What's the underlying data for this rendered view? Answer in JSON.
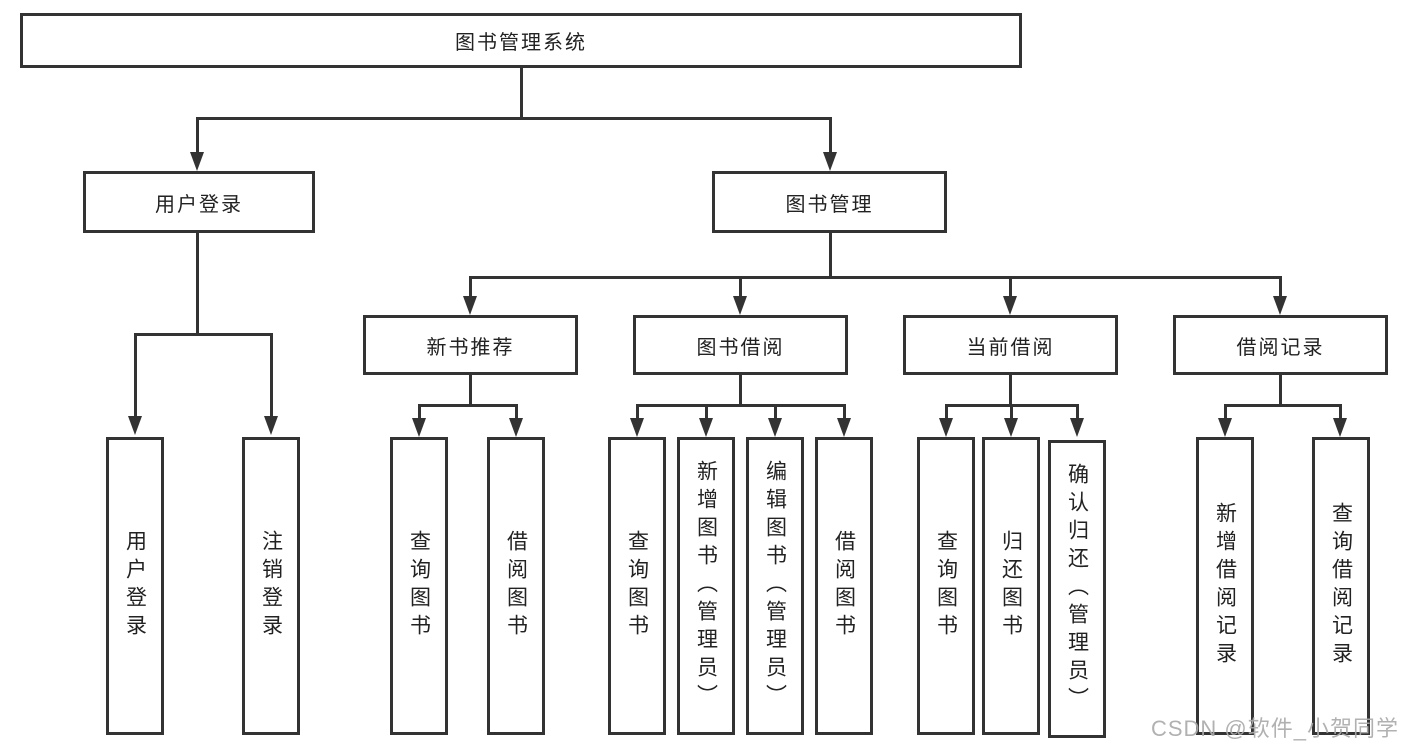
{
  "diagram": {
    "root": {
      "label": "图书管理系统"
    },
    "level2": [
      {
        "label": "用户登录"
      },
      {
        "label": "图书管理"
      }
    ],
    "level3": [
      {
        "label": "新书推荐"
      },
      {
        "label": "图书借阅"
      },
      {
        "label": "当前借阅"
      },
      {
        "label": "借阅记录"
      }
    ],
    "leaves": {
      "user_login": [
        {
          "label": "用户登录"
        },
        {
          "label": "注销登录"
        }
      ],
      "new_book": [
        {
          "label": "查询图书"
        },
        {
          "label": "借阅图书"
        }
      ],
      "book_borrow": [
        {
          "label": "查询图书"
        },
        {
          "label": "新增图书（管理员）"
        },
        {
          "label": "编辑图书（管理员）"
        },
        {
          "label": "借阅图书"
        }
      ],
      "current_borrow": [
        {
          "label": "查询图书"
        },
        {
          "label": "归还图书"
        },
        {
          "label": "确认归还（管理员）"
        }
      ],
      "borrow_records": [
        {
          "label": "新增借阅记录"
        },
        {
          "label": "查询借阅记录"
        }
      ]
    }
  },
  "watermark": {
    "text": "CSDN @软件_小贺同学"
  },
  "colors": {
    "line": "#333333",
    "box_border": "#333333",
    "box_fill": "#ffffff",
    "text": "#222222",
    "watermark": "#ababab",
    "background": "#ffffff"
  }
}
